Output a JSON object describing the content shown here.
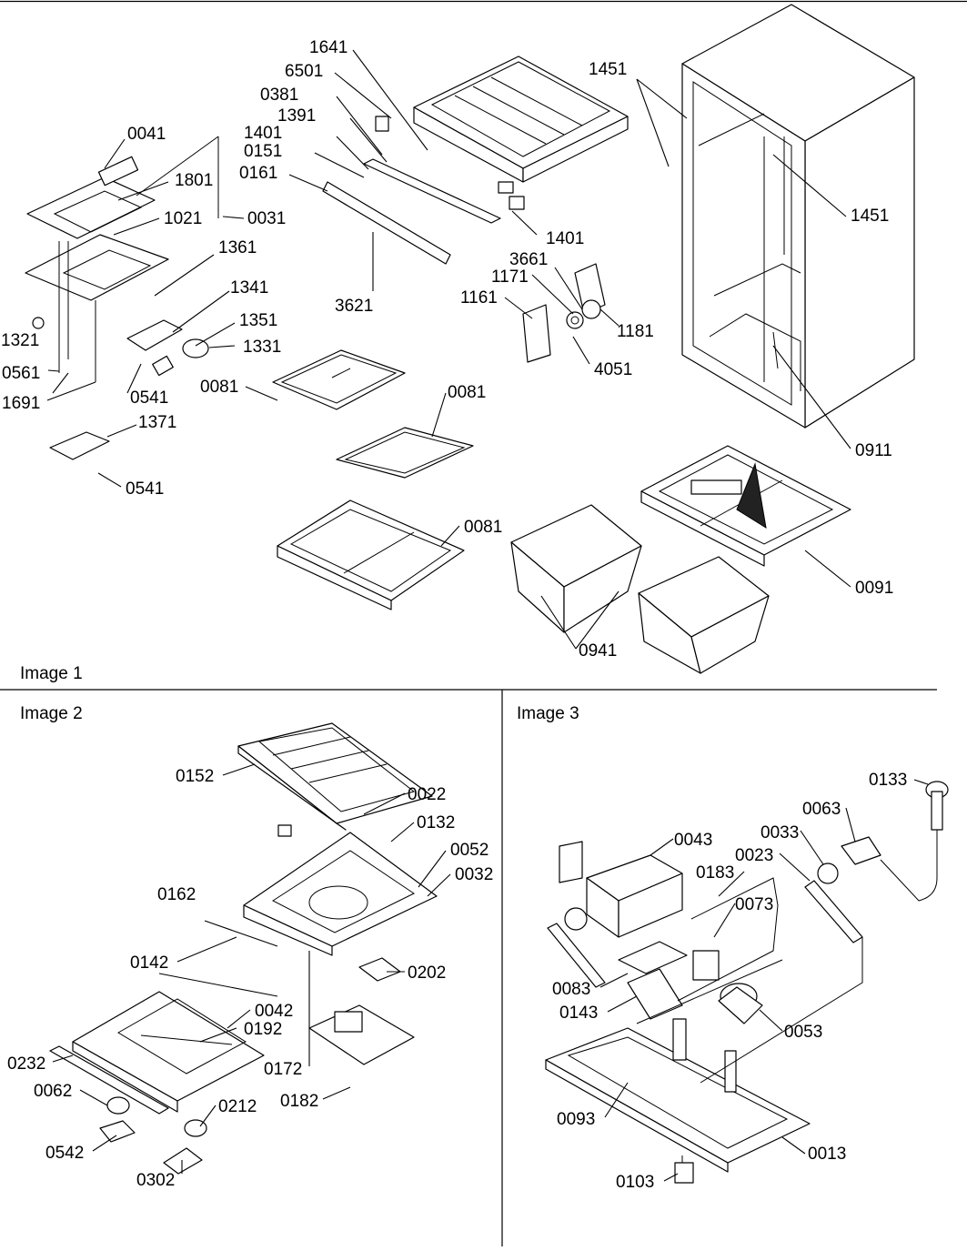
{
  "captions": {
    "image1": "Image 1",
    "image2": "Image 2",
    "image3": "Image 3"
  },
  "image1_labels": [
    "1641",
    "6501",
    "0381",
    "1391",
    "1401",
    "0151",
    "0161",
    "1451",
    "1451",
    "0041",
    "1801",
    "1021",
    "0031",
    "1401",
    "1361",
    "3661",
    "1171",
    "1161",
    "1181",
    "3621",
    "1341",
    "1351",
    "1331",
    "4051",
    "1321",
    "0561",
    "0541",
    "1691",
    "0081",
    "0081",
    "1371",
    "0541",
    "0081",
    "0911",
    "0091",
    "0941"
  ],
  "image2_labels": [
    "0152",
    "0022",
    "0132",
    "0052",
    "0032",
    "0162",
    "0142",
    "0202",
    "0042",
    "0192",
    "0232",
    "0172",
    "0182",
    "0062",
    "0212",
    "0542",
    "0302"
  ],
  "image3_labels": [
    "0133",
    "0063",
    "0043",
    "0033",
    "0023",
    "0183",
    "0073",
    "0083",
    "0143",
    "0053",
    "0093",
    "0013",
    "0103"
  ]
}
